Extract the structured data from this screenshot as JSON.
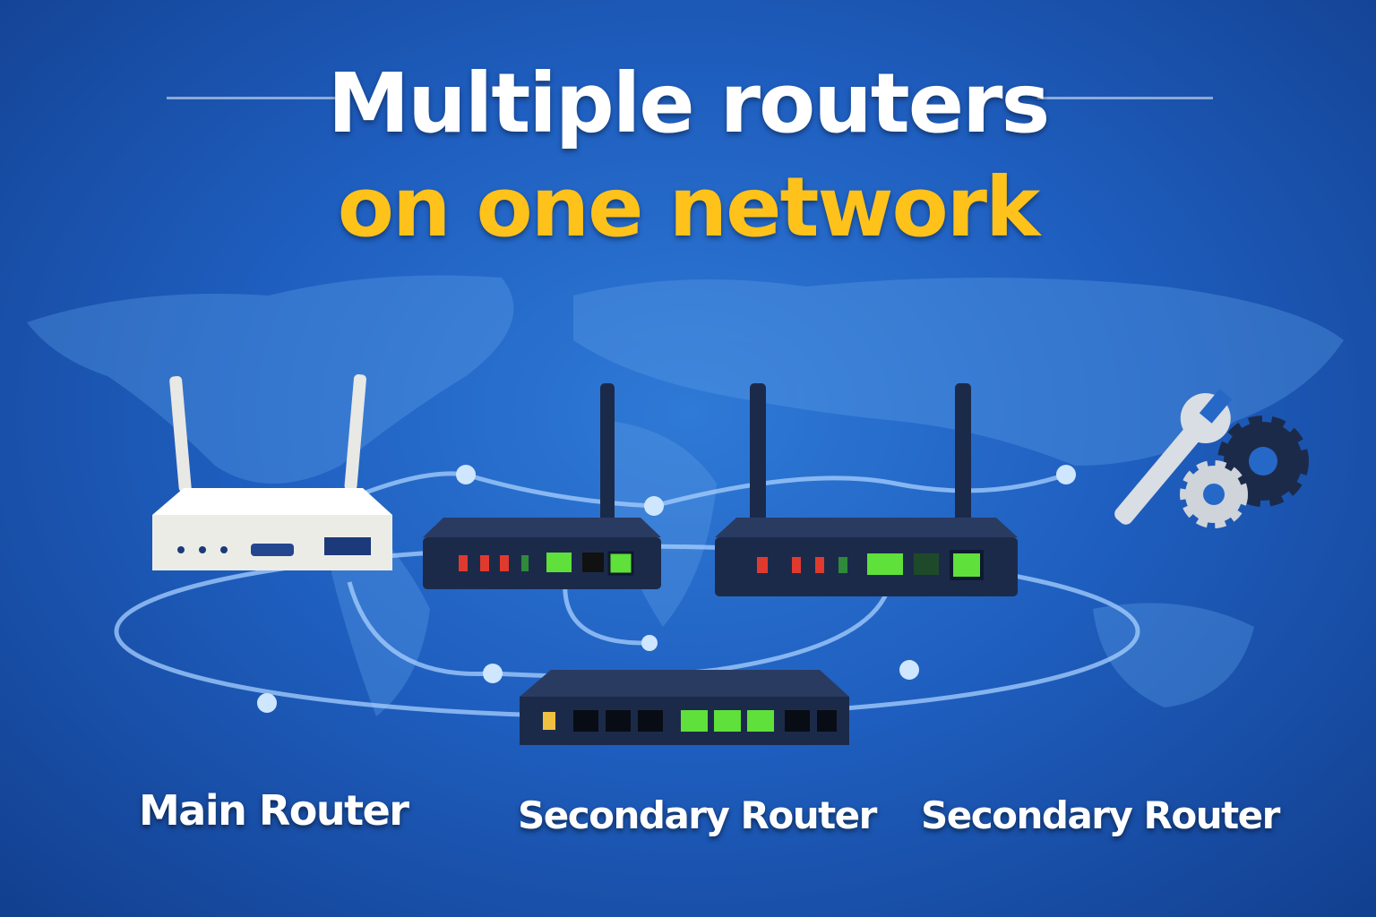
{
  "title": {
    "line1": "Multiple routers",
    "line2": "on one network"
  },
  "labels": {
    "main": "Main Router",
    "secondary1": "Secondary Router",
    "secondary2": "Secondary Router"
  },
  "colors": {
    "background": "#1f5fc0",
    "accent": "#ffc21a",
    "router_dark": "#1c2a4a",
    "router_white": "#f1f1ee",
    "led_green": "#5fe03a",
    "led_red": "#e03a2e"
  },
  "icons": [
    "world-map",
    "wrench-icon",
    "gear-icon"
  ]
}
